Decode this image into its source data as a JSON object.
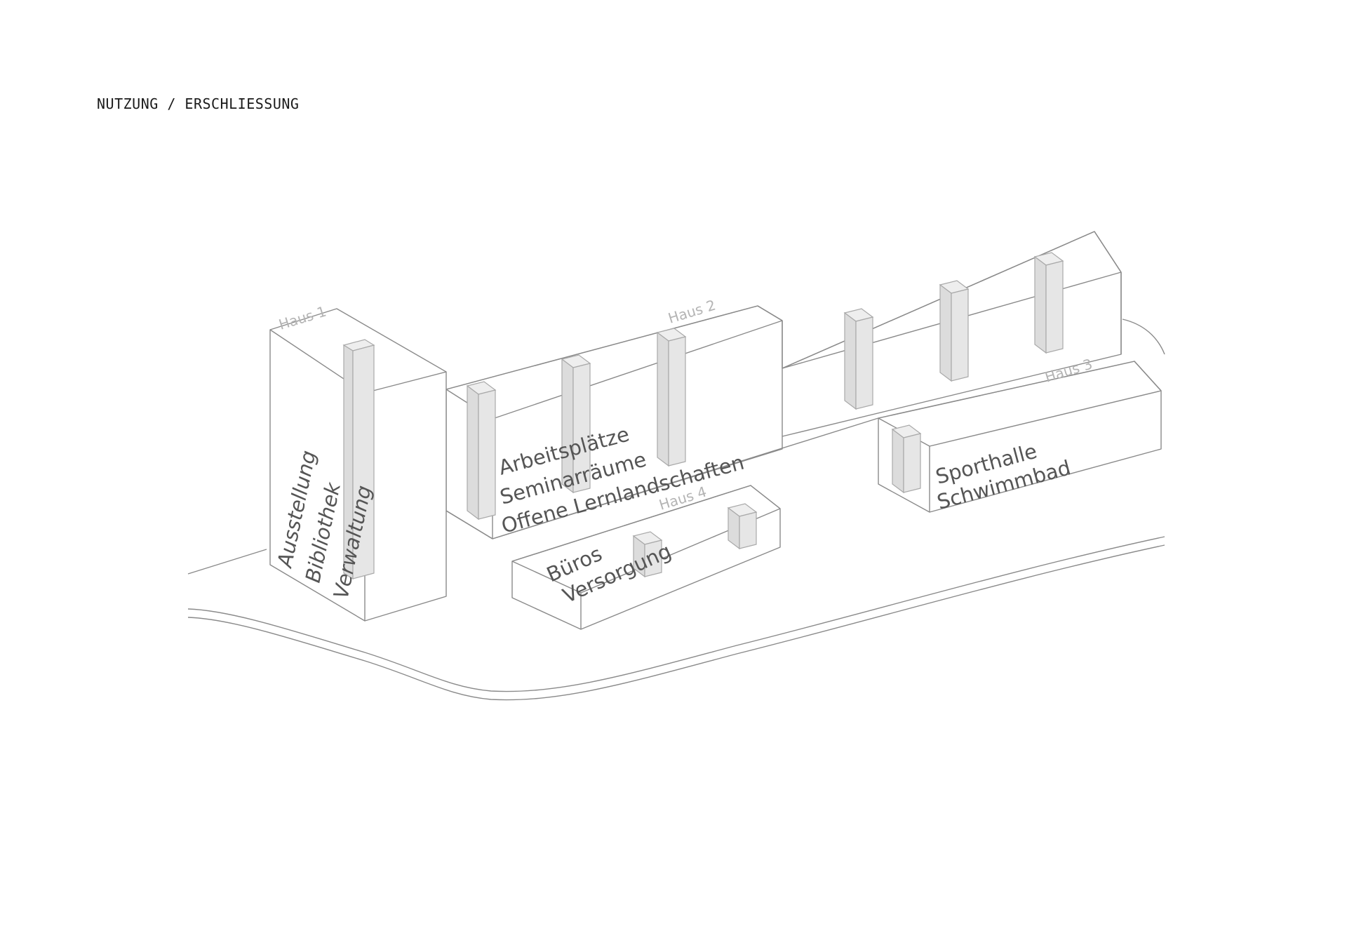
{
  "title": "NUTZUNG / ERSCHLIESSUNG",
  "buildings": [
    {
      "id": "haus-1",
      "label": "Haus 1",
      "uses": [
        "Ausstellung",
        "Bibliothek",
        "Verwaltung"
      ]
    },
    {
      "id": "haus-2",
      "label": "Haus 2",
      "uses": [
        "Arbeitsplätze",
        "Seminarräume",
        "Offene Lernlandschaften"
      ]
    },
    {
      "id": "haus-3",
      "label": "Haus 3",
      "uses": [
        "Sporthalle",
        "Schwimmbad"
      ]
    },
    {
      "id": "haus-4",
      "label": "Haus 4",
      "uses": [
        "Büros",
        "Versorgung"
      ]
    }
  ],
  "colors": {
    "outline": "#8a8a8a",
    "core": "#dcdcdc",
    "text": "#555555",
    "haus_label": "#b4b4b4"
  }
}
